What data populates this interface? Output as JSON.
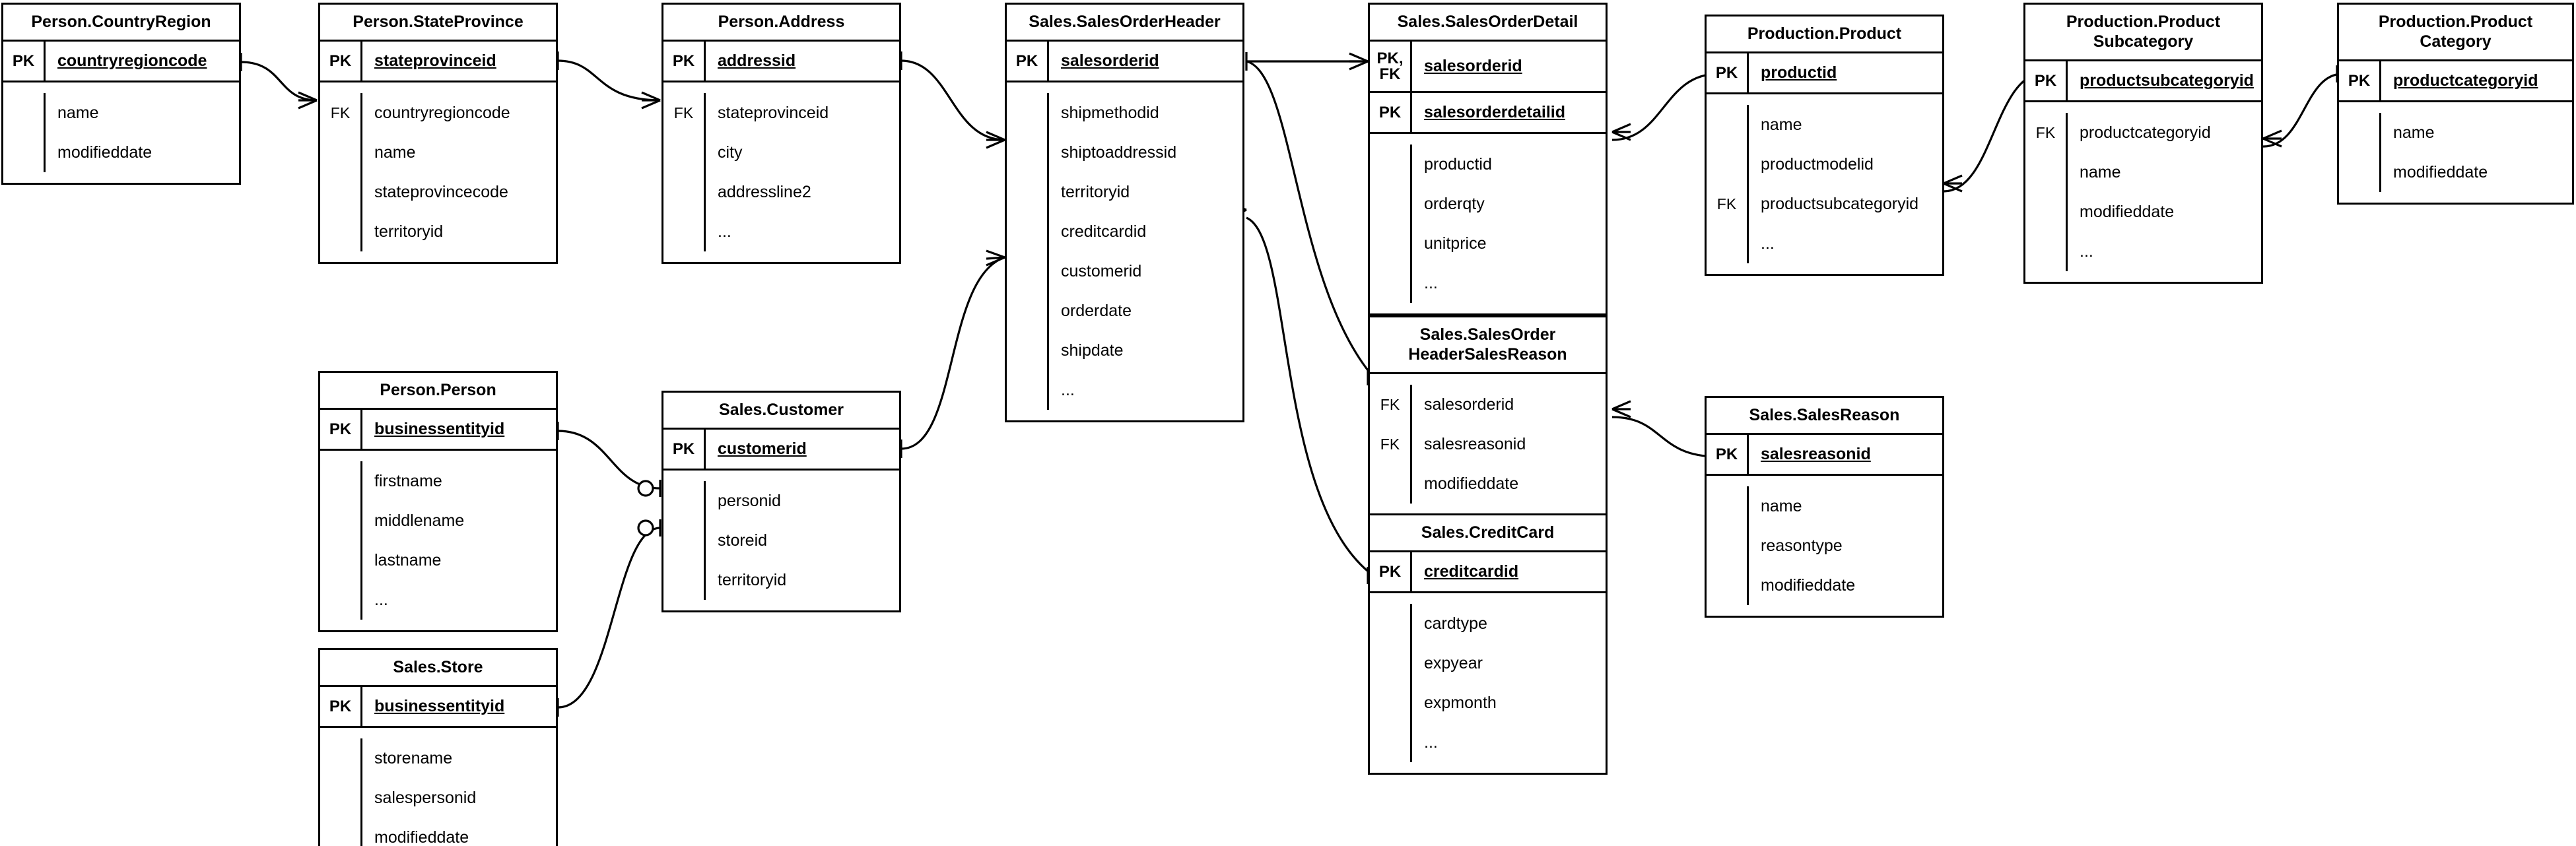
{
  "diagram": {
    "kind": "entity-relationship-diagram",
    "notation": "crow's-foot",
    "line_color": "#000000",
    "box_fill": "#ffffff",
    "entity_count": 12
  },
  "entities": [
    {
      "id": "person-countryregion",
      "title": "Person.CountryRegion",
      "rows": [
        {
          "key": "PK",
          "field": "countryregioncode",
          "pk": true
        },
        {
          "key": "",
          "field": "name",
          "pk": false
        },
        {
          "key": "",
          "field": "modifieddate",
          "pk": false
        }
      ]
    },
    {
      "id": "person-stateprovince",
      "title": "Person.StateProvince",
      "rows": [
        {
          "key": "PK",
          "field": "stateprovinceid",
          "pk": true
        },
        {
          "key": "FK",
          "field": "countryregioncode",
          "pk": false
        },
        {
          "key": "",
          "field": "name",
          "pk": false
        },
        {
          "key": "",
          "field": "stateprovincecode",
          "pk": false
        },
        {
          "key": "",
          "field": "territoryid",
          "pk": false
        }
      ]
    },
    {
      "id": "person-address",
      "title": "Person.Address",
      "rows": [
        {
          "key": "PK",
          "field": "addressid",
          "pk": true
        },
        {
          "key": "FK",
          "field": "stateprovinceid",
          "pk": false
        },
        {
          "key": "",
          "field": "city",
          "pk": false
        },
        {
          "key": "",
          "field": "addressline2",
          "pk": false
        },
        {
          "key": "",
          "field": "...",
          "pk": false
        }
      ]
    },
    {
      "id": "sales-salesorderheader",
      "title": "Sales.SalesOrderHeader",
      "rows": [
        {
          "key": "PK",
          "field": "salesorderid",
          "pk": true
        },
        {
          "key": "",
          "field": "shipmethodid",
          "pk": false
        },
        {
          "key": "",
          "field": "shiptoaddressid",
          "pk": false
        },
        {
          "key": "",
          "field": "territoryid",
          "pk": false
        },
        {
          "key": "",
          "field": "creditcardid",
          "pk": false
        },
        {
          "key": "",
          "field": "customerid",
          "pk": false
        },
        {
          "key": "",
          "field": "orderdate",
          "pk": false
        },
        {
          "key": "",
          "field": "shipdate",
          "pk": false
        },
        {
          "key": "",
          "field": "...",
          "pk": false
        }
      ]
    },
    {
      "id": "sales-salesorderdetail",
      "title": "Sales.SalesOrderDetail",
      "rows": [
        {
          "key": "PK,\nFK",
          "field": "salesorderid",
          "pk": true
        },
        {
          "key": "PK",
          "field": "salesorderdetailid",
          "pk": true
        },
        {
          "key": "",
          "field": "productid",
          "pk": false
        },
        {
          "key": "",
          "field": "orderqty",
          "pk": false
        },
        {
          "key": "",
          "field": "unitprice",
          "pk": false
        },
        {
          "key": "",
          "field": "...",
          "pk": false
        }
      ]
    },
    {
      "id": "production-product",
      "title": "Production.Product",
      "rows": [
        {
          "key": "PK",
          "field": "productid",
          "pk": true
        },
        {
          "key": "",
          "field": "name",
          "pk": false
        },
        {
          "key": "",
          "field": "productmodelid",
          "pk": false
        },
        {
          "key": "FK",
          "field": "productsubcategoryid",
          "pk": false
        },
        {
          "key": "",
          "field": "...",
          "pk": false
        }
      ]
    },
    {
      "id": "production-productsubcategory",
      "title": "Production.Product\nSubcategory",
      "rows": [
        {
          "key": "PK",
          "field": "productsubcategoryid",
          "pk": true
        },
        {
          "key": "FK",
          "field": "productcategoryid",
          "pk": false
        },
        {
          "key": "",
          "field": "name",
          "pk": false
        },
        {
          "key": "",
          "field": "modifieddate",
          "pk": false
        },
        {
          "key": "",
          "field": "...",
          "pk": false
        }
      ]
    },
    {
      "id": "production-productcategory",
      "title": "Production.Product\nCategory",
      "rows": [
        {
          "key": "PK",
          "field": "productcategoryid",
          "pk": true
        },
        {
          "key": "",
          "field": "name",
          "pk": false
        },
        {
          "key": "",
          "field": "modifieddate",
          "pk": false
        }
      ]
    },
    {
      "id": "person-person",
      "title": "Person.Person",
      "rows": [
        {
          "key": "PK",
          "field": "businessentityid",
          "pk": true
        },
        {
          "key": "",
          "field": "firstname",
          "pk": false
        },
        {
          "key": "",
          "field": "middlename",
          "pk": false
        },
        {
          "key": "",
          "field": "lastname",
          "pk": false
        },
        {
          "key": "",
          "field": "...",
          "pk": false
        }
      ]
    },
    {
      "id": "sales-customer",
      "title": "Sales.Customer",
      "rows": [
        {
          "key": "PK",
          "field": "customerid",
          "pk": true
        },
        {
          "key": "",
          "field": "personid",
          "pk": false
        },
        {
          "key": "",
          "field": "storeid",
          "pk": false
        },
        {
          "key": "",
          "field": "territoryid",
          "pk": false
        }
      ]
    },
    {
      "id": "sales-store",
      "title": "Sales.Store",
      "rows": [
        {
          "key": "PK",
          "field": "businessentityid",
          "pk": true
        },
        {
          "key": "",
          "field": "storename",
          "pk": false
        },
        {
          "key": "",
          "field": "salespersonid",
          "pk": false
        },
        {
          "key": "",
          "field": "modifieddate",
          "pk": false
        }
      ]
    },
    {
      "id": "sales-salesorderheadersalesreason",
      "title": "Sales.SalesOrder\nHeaderSalesReason",
      "rows": [
        {
          "key": "FK",
          "field": "salesorderid",
          "pk": false
        },
        {
          "key": "FK",
          "field": "salesreasonid",
          "pk": false
        },
        {
          "key": "",
          "field": "modifieddate",
          "pk": false
        }
      ]
    },
    {
      "id": "sales-salesreason",
      "title": "Sales.SalesReason",
      "rows": [
        {
          "key": "PK",
          "field": "salesreasonid",
          "pk": true
        },
        {
          "key": "",
          "field": "name",
          "pk": false
        },
        {
          "key": "",
          "field": "reasontype",
          "pk": false
        },
        {
          "key": "",
          "field": "modifieddate",
          "pk": false
        }
      ]
    },
    {
      "id": "sales-creditcard",
      "title": "Sales.CreditCard",
      "rows": [
        {
          "key": "PK",
          "field": "creditcardid",
          "pk": true
        },
        {
          "key": "",
          "field": "cardtype",
          "pk": false
        },
        {
          "key": "",
          "field": "expyear",
          "pk": false
        },
        {
          "key": "",
          "field": "expmonth",
          "pk": false
        },
        {
          "key": "",
          "field": "...",
          "pk": false
        }
      ]
    }
  ],
  "relationships": [
    {
      "from": "person-countryregion.countryregioncode",
      "to": "person-stateprovince.countryregioncode",
      "from_card": "one",
      "to_card": "many"
    },
    {
      "from": "person-stateprovince.stateprovinceid",
      "to": "person-address.stateprovinceid",
      "from_card": "one",
      "to_card": "many"
    },
    {
      "from": "person-address.addressid",
      "to": "sales-salesorderheader.shiptoaddressid",
      "from_card": "one",
      "to_card": "many"
    },
    {
      "from": "sales-salesorderheader.salesorderid",
      "to": "sales-salesorderdetail.salesorderid",
      "from_card": "one",
      "to_card": "many"
    },
    {
      "from": "sales-salesorderheader.salesorderid",
      "to": "sales-salesorderheadersalesreason.salesorderid",
      "from_card": "many",
      "to_card": "one"
    },
    {
      "from": "sales-salesorderheader.creditcardid",
      "to": "sales-creditcard.creditcardid",
      "from_card": "many",
      "to_card": "one"
    },
    {
      "from": "sales-salesorderdetail.productid",
      "to": "production-product.productid",
      "from_card": "many",
      "to_card": "one"
    },
    {
      "from": "production-product.productsubcategoryid",
      "to": "production-productsubcategory.productsubcategoryid",
      "from_card": "many",
      "to_card": "one"
    },
    {
      "from": "production-productsubcategory.productcategoryid",
      "to": "production-productcategory.productcategoryid",
      "from_card": "many",
      "to_card": "one"
    },
    {
      "from": "person-person.businessentityid",
      "to": "sales-customer.personid",
      "from_card": "one",
      "to_card": "zero-or-one"
    },
    {
      "from": "sales-store.businessentityid",
      "to": "sales-customer.storeid",
      "from_card": "one",
      "to_card": "zero-or-one"
    },
    {
      "from": "sales-customer.customerid",
      "to": "sales-salesorderheader.customerid",
      "from_card": "one",
      "to_card": "many"
    },
    {
      "from": "sales-salesorderheadersalesreason.salesreasonid",
      "to": "sales-salesreason.salesreasonid",
      "from_card": "many",
      "to_card": "one"
    }
  ]
}
